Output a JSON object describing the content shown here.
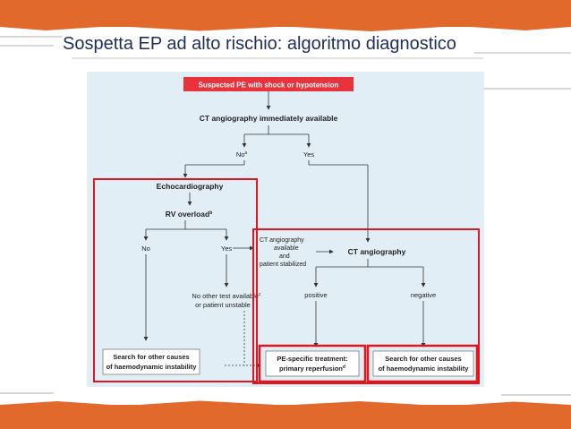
{
  "slide": {
    "title": "Sospetta EP ad alto rischio: algoritmo diagnostico"
  },
  "diagram": {
    "start": "Suspected PE with shock or hypotension",
    "ct_available_q": "CT angiography immediately available",
    "branch_no": "No",
    "branch_no_sup": "a",
    "branch_yes": "Yes",
    "echo": "Echocardiography",
    "rv_overload": "RV overload",
    "rv_overload_sup": "b",
    "echo_no": "No",
    "echo_yes": "Yes",
    "no_other_test_1": "No other test available",
    "no_other_test_sup": "c",
    "no_other_test_2": "or patient unstable",
    "ct_cond_1": "CT angiography",
    "ct_cond_2": "available",
    "ct_cond_3": "and",
    "ct_cond_4": "patient stabilized",
    "ct_angio": "CT angiography",
    "positive": "positive",
    "negative": "negative",
    "search_left_1": "Search for other causes",
    "search_left_2": "of haemodynamic instability",
    "treatment_1": "PE-specific treatment:",
    "treatment_2": "primary reperfusion",
    "treatment_sup": "d",
    "search_right_1": "Search for other causes",
    "search_right_2": "of haemodynamic instability"
  },
  "colors": {
    "accent_orange": "#e0692b",
    "title_text": "#1f2d5a",
    "diagram_bg": "#e1eef5",
    "start_box": "#e8323c",
    "highlight_red": "#e0161e",
    "node_fill": "#ffffff",
    "line": "#333333"
  }
}
